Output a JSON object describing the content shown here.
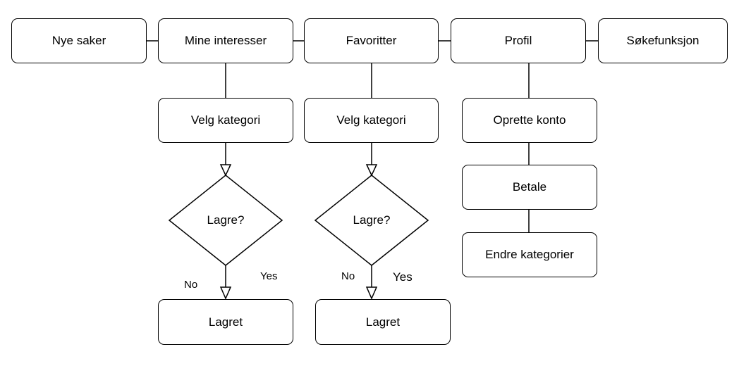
{
  "top_row": {
    "nye_saker": "Nye saker",
    "mine_interesser": "Mine interesser",
    "favoritter": "Favoritter",
    "profil": "Profil",
    "sokefunksjon": "Søkefunksjon"
  },
  "mine_interesser_branch": {
    "velg_kategori": "Velg kategori",
    "decision": "Lagre?",
    "no_label": "No",
    "yes_label": "Yes",
    "result": "Lagret"
  },
  "favoritter_branch": {
    "velg_kategori": "Velg kategori",
    "decision": "Lagre?",
    "no_label": "No",
    "yes_label": "Yes",
    "result": "Lagret"
  },
  "profil_branch": {
    "opprette_konto": "Oprette konto",
    "betale": "Betale",
    "endre_kategorier": "Endre kategorier"
  }
}
